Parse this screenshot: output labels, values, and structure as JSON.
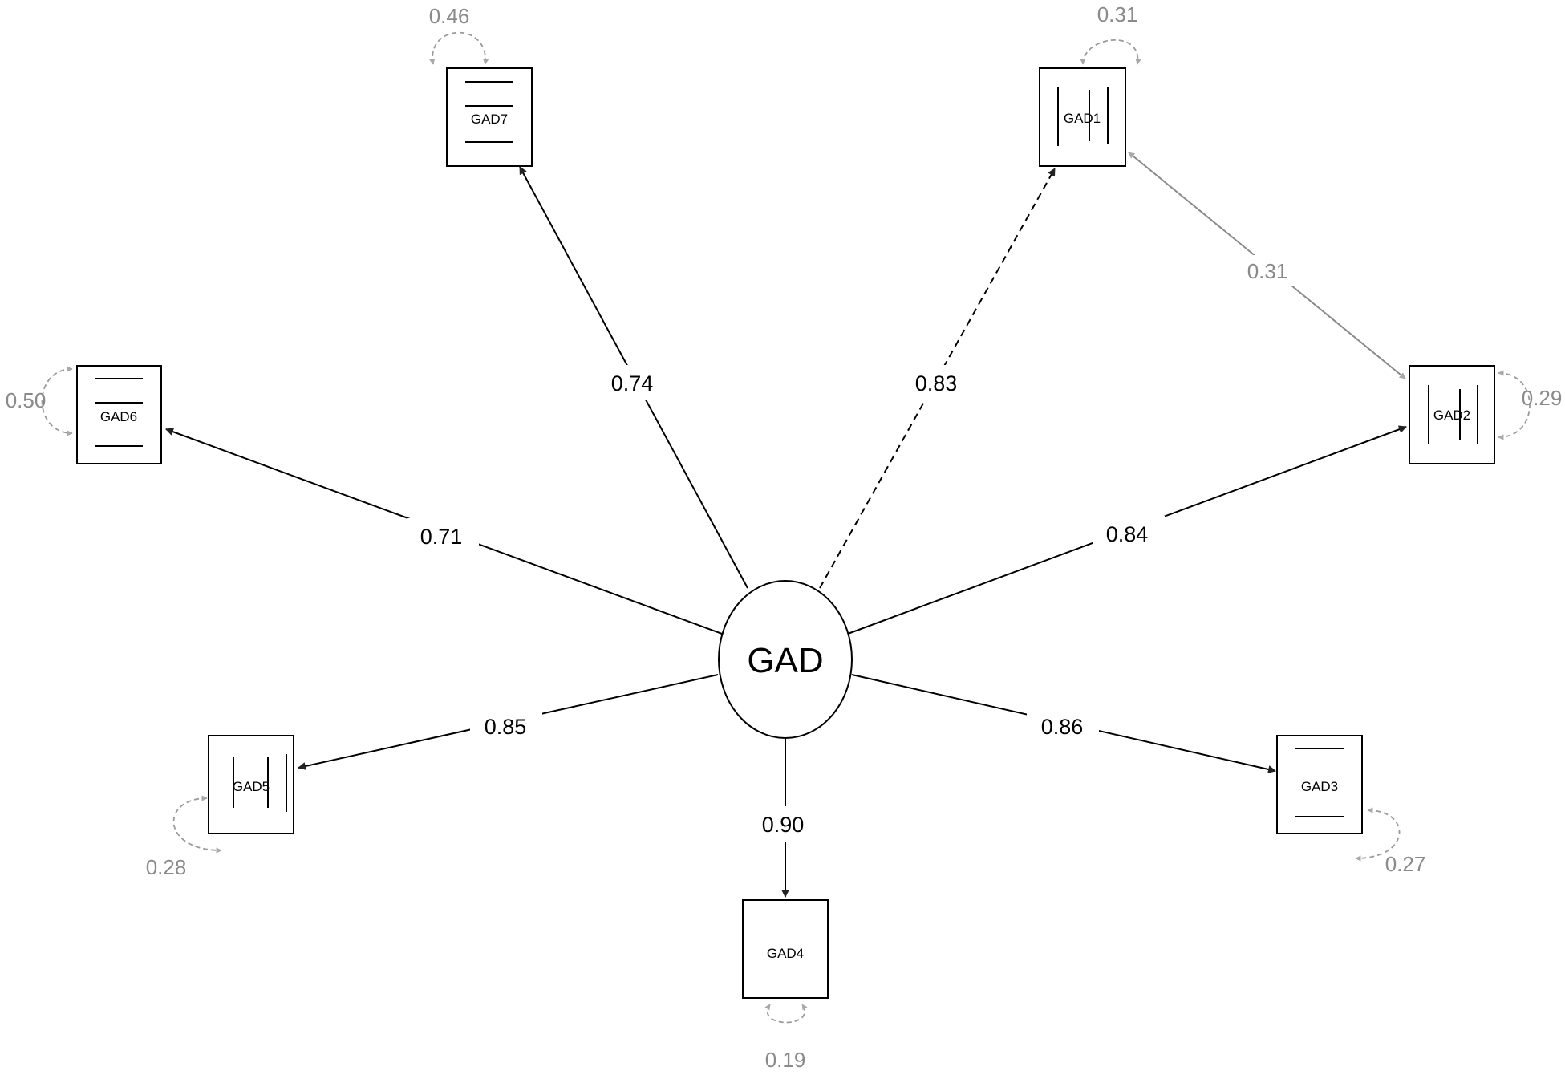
{
  "latent": {
    "label": "GAD"
  },
  "indicators": [
    {
      "id": "GAD1",
      "label": "GAD1",
      "loading": "0.83",
      "residual": "0.31"
    },
    {
      "id": "GAD2",
      "label": "GAD2",
      "loading": "0.84",
      "residual": "0.29"
    },
    {
      "id": "GAD3",
      "label": "GAD3",
      "loading": "0.86",
      "residual": "0.27"
    },
    {
      "id": "GAD4",
      "label": "GAD4",
      "loading": "0.90",
      "residual": "0.19"
    },
    {
      "id": "GAD5",
      "label": "GAD5",
      "loading": "0.85",
      "residual": "0.28"
    },
    {
      "id": "GAD6",
      "label": "GAD6",
      "loading": "0.71",
      "residual": "0.50"
    },
    {
      "id": "GAD7",
      "label": "GAD7",
      "loading": "0.74",
      "residual": "0.46"
    }
  ],
  "covariances": [
    {
      "from": "GAD1",
      "to": "GAD2",
      "value": "0.31"
    }
  ],
  "colors": {
    "edge": "#000000",
    "residual": "#9a9a9a",
    "covariance": "#8a8a8a"
  }
}
